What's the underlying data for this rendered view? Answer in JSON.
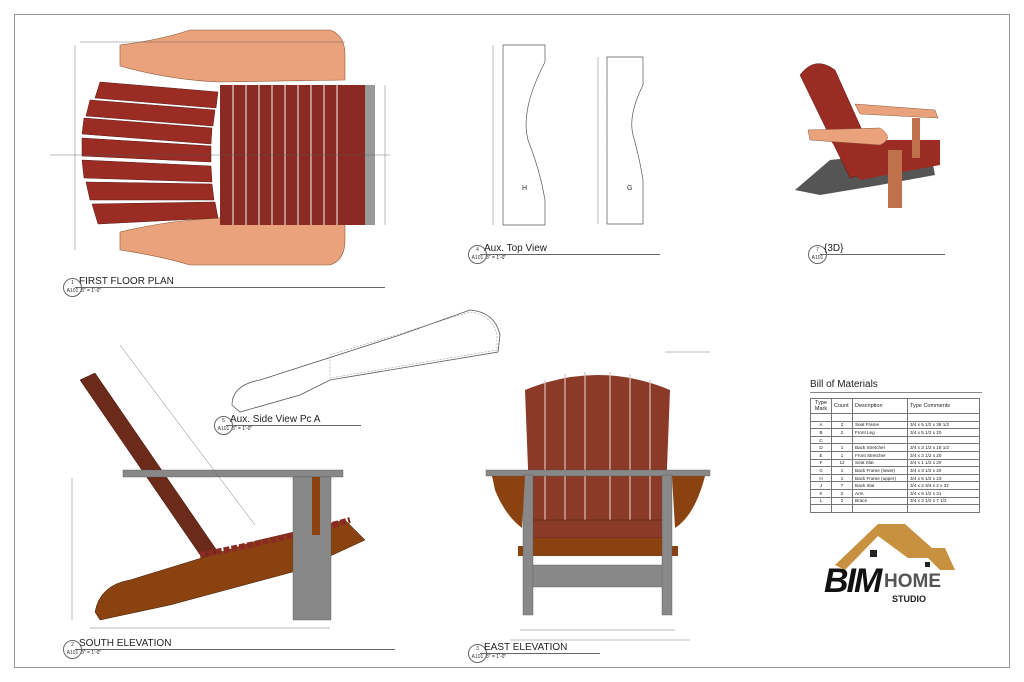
{
  "views": [
    {
      "number": "1",
      "sheet": "A101",
      "name": "FIRST FLOOR PLAN",
      "scale": "3\" = 1'-0\""
    },
    {
      "number": "4",
      "sheet": "A101",
      "name": "Aux. Top View",
      "scale": "3\" = 1'-0\""
    },
    {
      "number": "7",
      "sheet": "A101",
      "name": "{3D}",
      "scale": ""
    },
    {
      "number": "5",
      "sheet": "A101",
      "name": "Aux. Side View Pc A",
      "scale": "3\" = 1'-0\""
    },
    {
      "number": "2",
      "sheet": "A101",
      "name": "SOUTH ELEVATION",
      "scale": "3\" = 1'-0\""
    },
    {
      "number": "3",
      "sheet": "A101",
      "name": "EAST ELEVATION",
      "scale": "3\" = 1'-0\""
    }
  ],
  "aux_top_labels": {
    "left": "H",
    "right": "G"
  },
  "bom": {
    "title": "Bill of Materials",
    "headers": [
      "Type Mark",
      "Count",
      "Description",
      "Type Comments"
    ],
    "rows": [
      [
        "A",
        "2",
        "Seat Frame",
        "3/4 x 5 1/2 x 38 1/2"
      ],
      [
        "B",
        "2",
        "Front Leg",
        "3/4 x 5 1/2 x 20"
      ],
      [
        "C",
        "",
        "",
        ""
      ],
      [
        "D",
        "1",
        "Back Stretcher",
        "3/4 x 3 1/2 x 18 1/2"
      ],
      [
        "E",
        "1",
        "Front Stretcher",
        "3/4 x 3 1/2 x 20"
      ],
      [
        "F",
        "12",
        "Seat Slat",
        "3/4 x 1 1/2 x 20"
      ],
      [
        "G",
        "1",
        "Back Frame (lower)",
        "3/4 x 3 1/2 x 20"
      ],
      [
        "H",
        "1",
        "Back Frame (upper)",
        "3/4 x 5 1/2 x 23"
      ],
      [
        "J",
        "7",
        "Back Slat",
        "3/4 x 2 3/4 x 2 x 32"
      ],
      [
        "K",
        "2",
        "Arm",
        "3/4 x 6 1/2 x 31"
      ],
      [
        "L",
        "2",
        "Brace",
        "3/4 x 3 1/2 x 7 1/2"
      ]
    ]
  },
  "logo": {
    "brand": "BIM",
    "word": "HOME",
    "sub": "STUDIO",
    "accent": "#c8913f"
  },
  "colors": {
    "slat": "#8b2a22",
    "arm": "#e9a27c",
    "frame": "#7a3a10",
    "leg": "#888888"
  }
}
